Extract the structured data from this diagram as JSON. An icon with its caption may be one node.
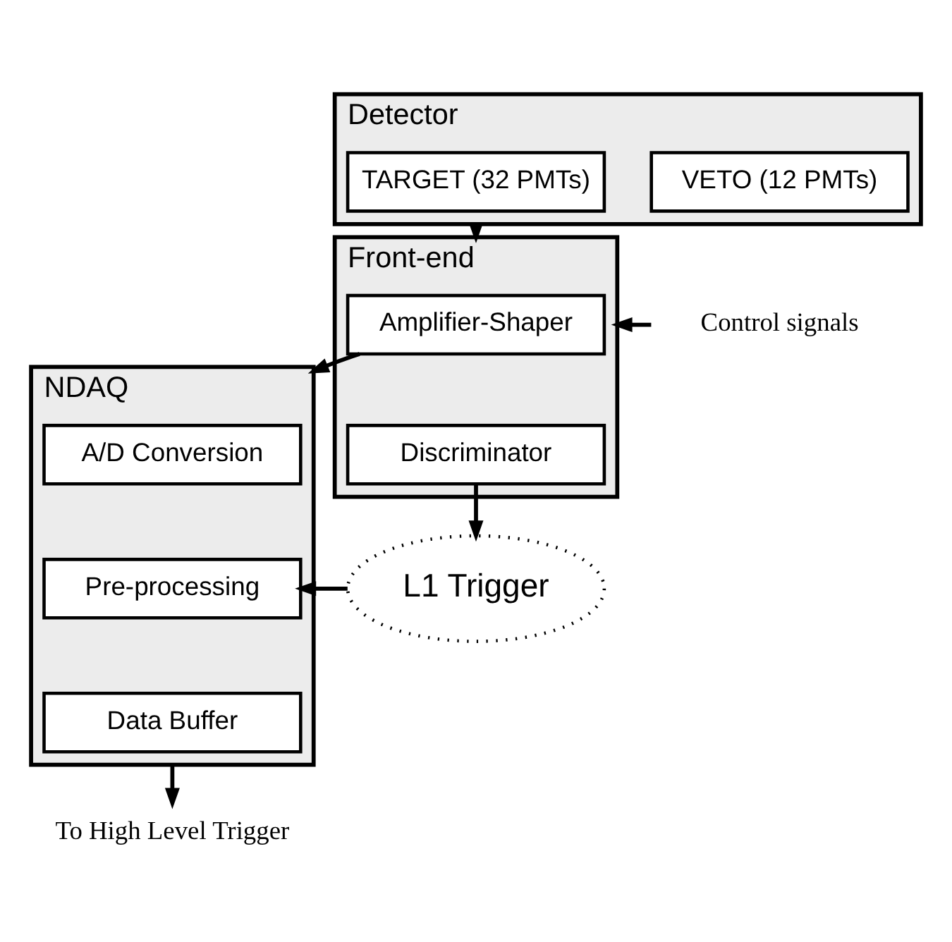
{
  "diagram": {
    "nodes": [
      {
        "text": [
          "Detector"
        ]
      },
      {
        "text": [
          "VETO (12 PMTs)"
        ],
        "in": 0
      },
      {
        "text": [
          "TARGET (32 PMTs)"
        ],
        "in": 0
      },
      {
        "text": [
          "Front-end"
        ]
      },
      {
        "text": [
          "Amplifier-Shaper"
        ],
        "in": 3
      },
      {
        "text": [
          "Discriminator"
        ],
        "in": 3
      },
      {
        "text": [
          "NDAQ"
        ]
      },
      {
        "text": [
          "A/D Conversion"
        ],
        "in": 6
      },
      {
        "text": [
          "Pre-processing"
        ],
        "in": 6
      },
      {
        "text": [
          "Data Buffer"
        ],
        "in": 6
      },
      {
        "text": [
          "L1 Trigger"
        ]
      },
      {
        "text": [
          "Control signals"
        ]
      },
      {
        "text": [
          "To High Level Trigger"
        ]
      }
    ],
    "edges": [
      {
        "from": 0,
        "to": 3,
        "arrow": "to"
      },
      {
        "from": 4,
        "to": 6,
        "arrow": "to"
      },
      {
        "from": 5,
        "to": 10,
        "arrow": "to"
      },
      {
        "from": 10,
        "to": 8,
        "arrow": "to"
      },
      {
        "from": 11,
        "to": 3,
        "arrow": "to"
      },
      {
        "from": 6,
        "to": 12,
        "arrow": "to"
      }
    ]
  }
}
